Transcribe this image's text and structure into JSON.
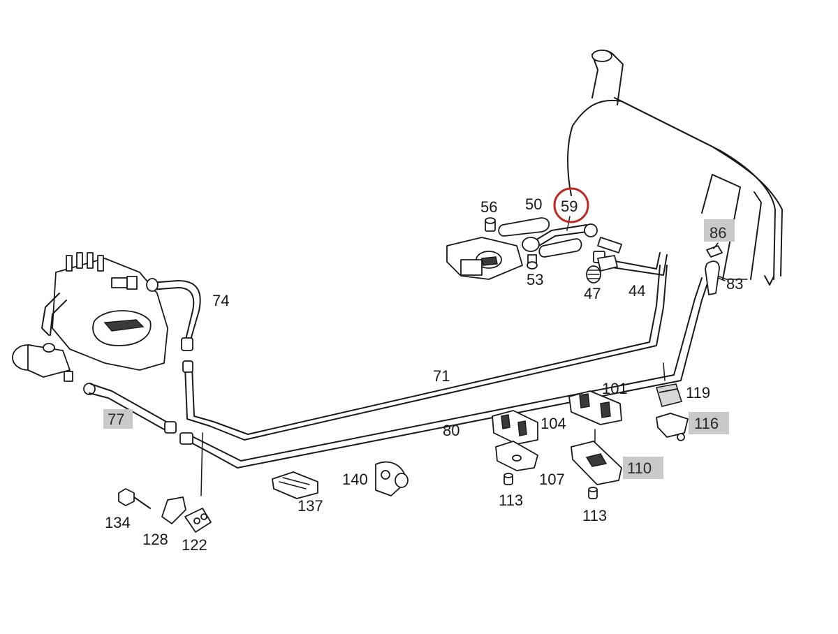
{
  "diagram": {
    "highlight_color": "#c9c9c9",
    "circle_color": "#c0281f",
    "parts": [
      {
        "id": "p56",
        "label": "56"
      },
      {
        "id": "p50",
        "label": "50"
      },
      {
        "id": "p59",
        "label": "59",
        "circled": true
      },
      {
        "id": "p86",
        "label": "86",
        "highlighted": true
      },
      {
        "id": "p53",
        "label": "53"
      },
      {
        "id": "p47",
        "label": "47"
      },
      {
        "id": "p44",
        "label": "44"
      },
      {
        "id": "p83",
        "label": "83"
      },
      {
        "id": "p74",
        "label": "74"
      },
      {
        "id": "p71",
        "label": "71"
      },
      {
        "id": "p101",
        "label": "101"
      },
      {
        "id": "p119",
        "label": "119"
      },
      {
        "id": "p77",
        "label": "77",
        "highlighted": true
      },
      {
        "id": "p104",
        "label": "104"
      },
      {
        "id": "p116",
        "label": "116",
        "highlighted": true
      },
      {
        "id": "p80",
        "label": "80"
      },
      {
        "id": "p110",
        "label": "110",
        "highlighted": true
      },
      {
        "id": "p140",
        "label": "140"
      },
      {
        "id": "p107",
        "label": "107"
      },
      {
        "id": "p137",
        "label": "137"
      },
      {
        "id": "p113a",
        "label": "113"
      },
      {
        "id": "p113b",
        "label": "113"
      },
      {
        "id": "p134",
        "label": "134"
      },
      {
        "id": "p128",
        "label": "128"
      },
      {
        "id": "p122",
        "label": "122"
      }
    ]
  }
}
